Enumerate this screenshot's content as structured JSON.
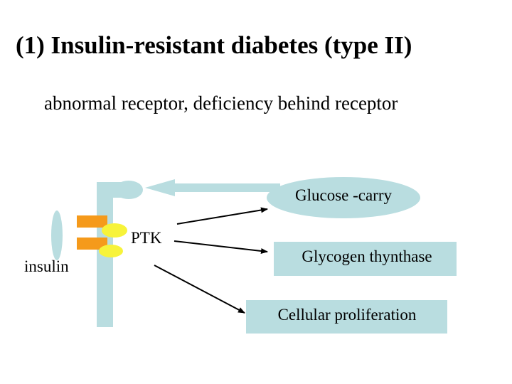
{
  "title": "(1) Insulin-resistant diabetes (type II)",
  "subtitle": "abnormal receptor, deficiency behind receptor",
  "diagram": {
    "insulin_label": "insulin",
    "kinase_label": "PTK",
    "targets": {
      "glucose": "Glucose -carry",
      "glycogen": "Glycogen thynthase",
      "proliferation": "Cellular proliferation"
    }
  },
  "colors": {
    "receptor": "#b9dde0",
    "insulin_bar": "#f59a1b",
    "kinase": "#f7f33a",
    "target_box": "#b9dde0"
  }
}
